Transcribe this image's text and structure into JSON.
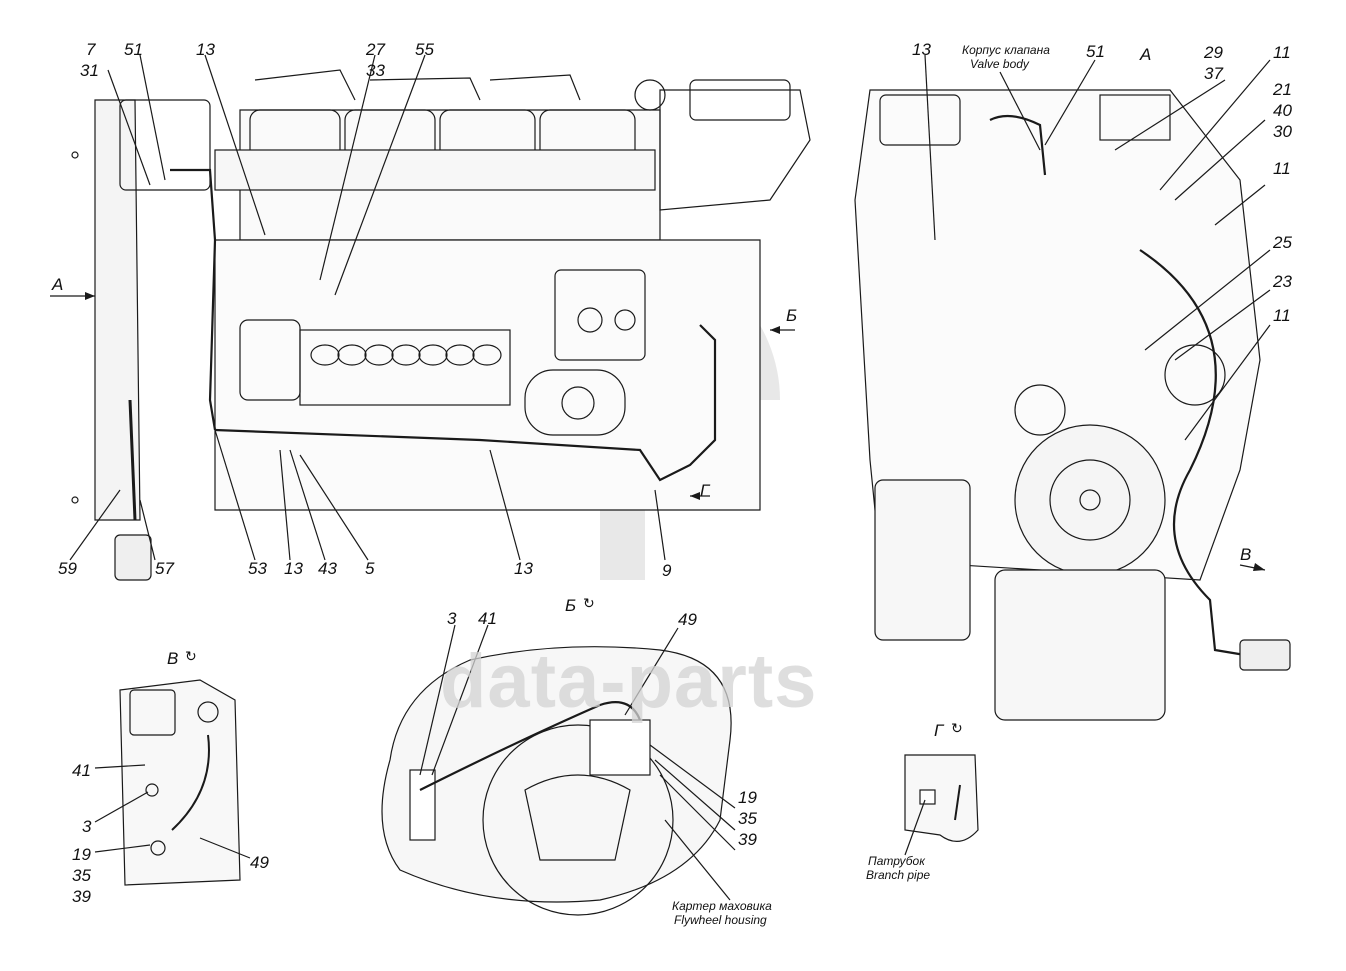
{
  "watermark": {
    "text": "data-parts",
    "color": "#cfcfcf"
  },
  "colors": {
    "line": "#1a1a1a",
    "shade": "#e9e9e9",
    "watermark": "#cfcfcf"
  },
  "labels": {
    "n7": "7",
    "n31": "31",
    "n51_left": "51",
    "n13_top_left": "13",
    "n27": "27",
    "n33": "33",
    "n55": "55",
    "view_a_arrow": "А",
    "view_b_arrow": "Б",
    "view_g_arrow": "Г",
    "n59": "59",
    "n57": "57",
    "n53": "53",
    "n13_bottom_a": "13",
    "n43": "43",
    "n5": "5",
    "n13_bottom_b": "13",
    "n9": "9",
    "n13_right": "13",
    "n51_right": "51",
    "view_a_title": "А",
    "n29": "29",
    "n37": "37",
    "n11_a": "11",
    "n21": "21",
    "n40": "40",
    "n30": "30",
    "n11_b": "11",
    "n25": "25",
    "n23": "23",
    "n11_c": "11",
    "view_v_arrow": "В",
    "valve_body_ru": "Корпус клапана",
    "valve_body_en": "Valve body",
    "view_v_title": "В",
    "v_n41": "41",
    "v_n3": "3",
    "v_n19": "19",
    "v_n35": "35",
    "v_n39": "39",
    "v_n49": "49",
    "view_b_title": "Б",
    "b_n3": "3",
    "b_n41": "41",
    "b_n49": "49",
    "b_n19": "19",
    "b_n35": "35",
    "b_n39": "39",
    "flywheel_ru": "Картер маховика",
    "flywheel_en": "Flywheel housing",
    "view_g_title": "Г",
    "branch_pipe_ru": "Патрубок",
    "branch_pipe_en": "Branch pipe"
  }
}
